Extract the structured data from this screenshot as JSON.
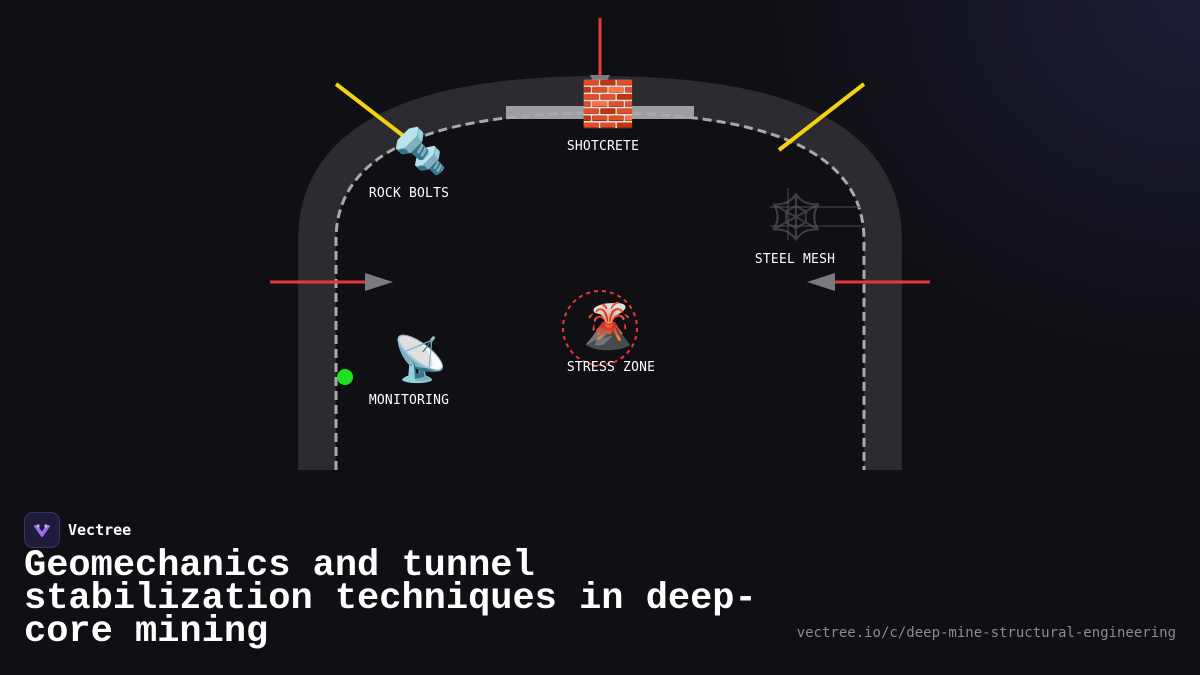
{
  "diagram": {
    "labels": {
      "shotcrete": "SHOTCRETE",
      "rock_bolts": "ROCK BOLTS",
      "steel_mesh": "STEEL MESH",
      "stress_zone": "STRESS ZONE",
      "monitoring": "MONITORING"
    },
    "icons": {
      "shotcrete": "🧱",
      "rock_bolts": "🔩",
      "steel_mesh": "🕸️",
      "stress_zone": "🌋",
      "monitoring": "📡"
    },
    "colors": {
      "tunnel_wall": "#2b2b30",
      "lining_dash": "#a9a9a9",
      "stress_arrow": "#e53935",
      "bolt": "#f5d20b",
      "monitor_dot": "#1ee11e"
    }
  },
  "brand": {
    "name": "Vectree"
  },
  "title": "Geomechanics and tunnel stabilization techniques in deep-core mining",
  "url": "vectree.io/c/deep-mine-structural-engineering"
}
